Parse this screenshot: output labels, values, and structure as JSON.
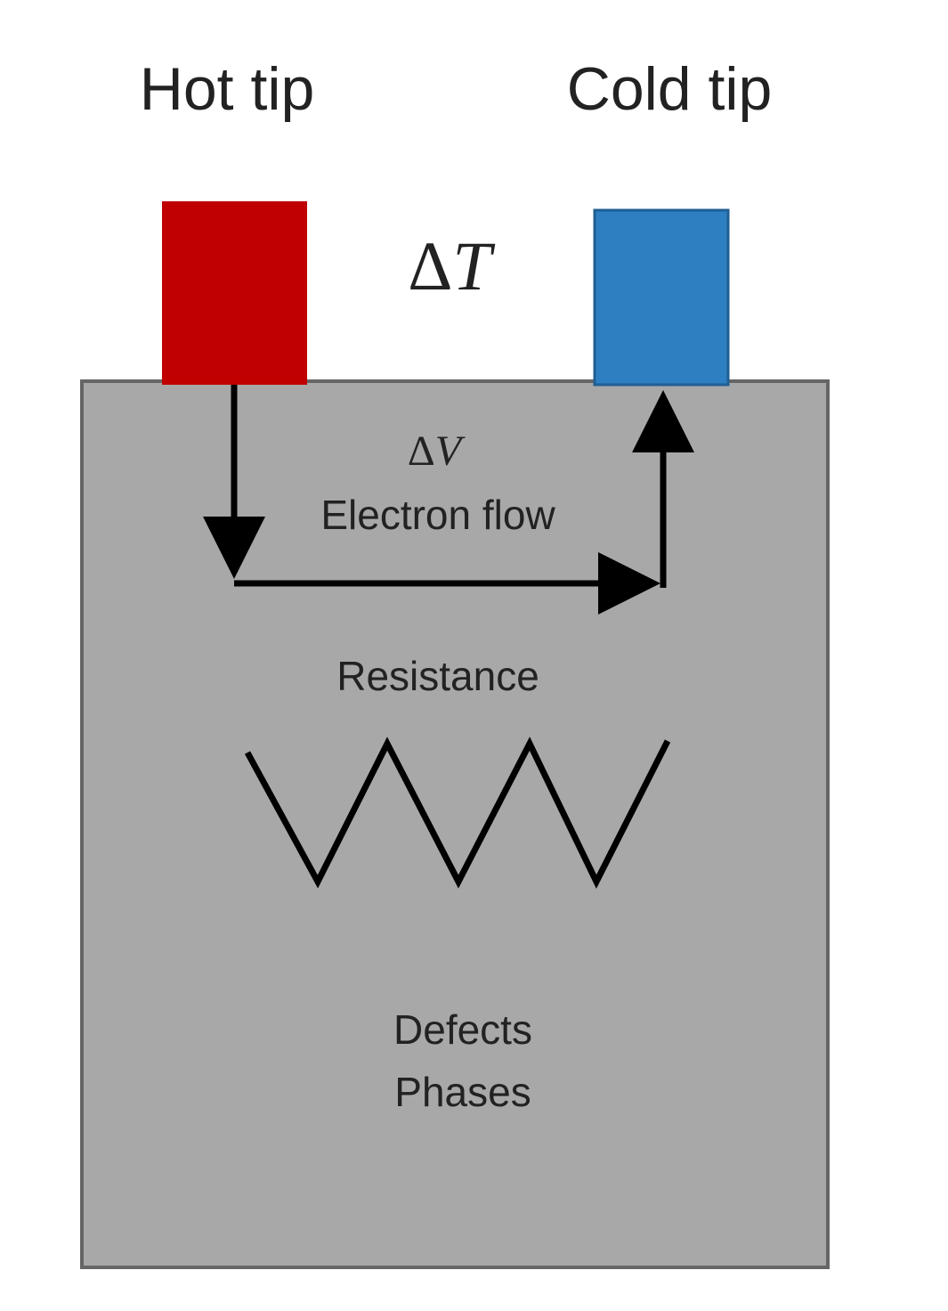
{
  "labels": {
    "hot_tip": "Hot tip",
    "cold_tip": "Cold tip",
    "delta_symbol": "Δ",
    "temperature_var": "T",
    "voltage_var": "V",
    "electron_flow": "Electron flow",
    "resistance": "Resistance",
    "defects": "Defects",
    "phases": "Phases"
  },
  "colors": {
    "hot_tip": "#c00000",
    "cold_tip": "#2e7fc1",
    "body_fill": "#a8a8a8",
    "body_stroke": "#666666",
    "text_dark": "#222222",
    "arrow": "#000000"
  },
  "icons": {
    "resistor": "zigzag-resistor-icon",
    "arrow": "flow-arrow"
  }
}
